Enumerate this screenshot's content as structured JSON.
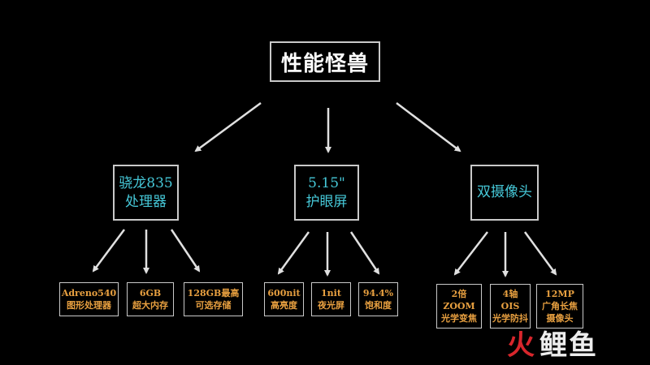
{
  "root": {
    "label": "性能怪兽"
  },
  "branches": [
    {
      "lines": [
        "骁龙835",
        "处理器"
      ],
      "leaves": [
        {
          "lines": [
            "Adreno540",
            "图形处理器"
          ]
        },
        {
          "lines": [
            "6GB",
            "超大内存"
          ]
        },
        {
          "lines": [
            "128GB最高",
            "可选存储"
          ]
        }
      ]
    },
    {
      "lines": [
        "5.15\"",
        "护眼屏"
      ],
      "leaves": [
        {
          "lines": [
            "600nit",
            "高亮度"
          ]
        },
        {
          "lines": [
            "1nit",
            "夜光屏"
          ]
        },
        {
          "lines": [
            "94.4%",
            "饱和度"
          ]
        }
      ]
    },
    {
      "lines": [
        "双摄像头"
      ],
      "leaves": [
        {
          "lines": [
            "2倍",
            "ZOOM",
            "光学变焦"
          ]
        },
        {
          "lines": [
            "4轴",
            "OIS",
            "光学防抖"
          ]
        },
        {
          "lines": [
            "12MP",
            "广角长焦",
            "摄像头"
          ]
        }
      ]
    }
  ],
  "watermark": {
    "text_red": "火",
    "text_rest": "鲤鱼"
  },
  "colors": {
    "background": "#000000",
    "root_text": "#ffffff",
    "mid_text": "#46c8d8",
    "leaf_text": "#e8a040",
    "border": "#c9c9c9",
    "arrow": "#e0e0e0",
    "watermark_red": "#d8262c"
  }
}
